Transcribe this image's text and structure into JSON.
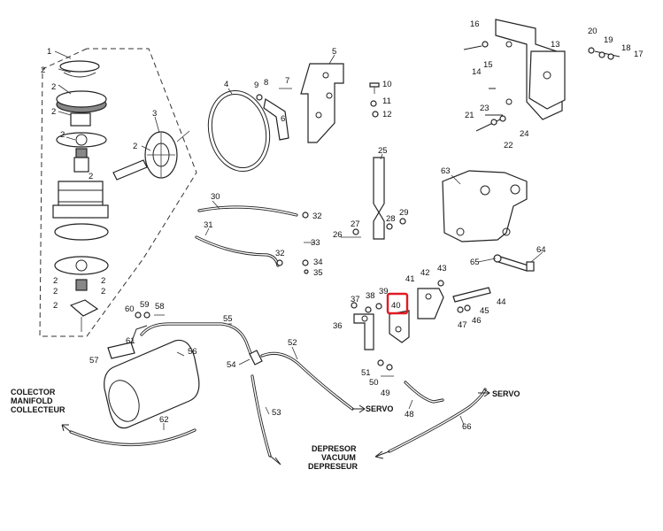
{
  "labels": {
    "n1": "1",
    "n2": "2",
    "n3": "3",
    "n4": "4",
    "n5": "5",
    "n6": "6",
    "n7": "7",
    "n8": "8",
    "n9": "9",
    "n10": "10",
    "n11": "11",
    "n12": "12",
    "n13": "13",
    "n14": "14",
    "n15": "15",
    "n16": "16",
    "n17": "17",
    "n18": "18",
    "n19": "19",
    "n20": "20",
    "n21": "21",
    "n22": "22",
    "n23": "23",
    "n24": "24",
    "n25": "25",
    "n26": "26",
    "n27": "27",
    "n28": "28",
    "n29": "29",
    "n30": "30",
    "n31": "31",
    "n32": "32",
    "n33": "33",
    "n34": "34",
    "n35": "35",
    "n36": "36",
    "n37": "37",
    "n38": "38",
    "n39": "39",
    "n40": "40",
    "n41": "41",
    "n42": "42",
    "n43": "43",
    "n44": "44",
    "n45": "45",
    "n46": "46",
    "n47": "47",
    "n48": "48",
    "n49": "49",
    "n50": "50",
    "n51": "51",
    "n52": "52",
    "n53": "53",
    "n54": "54",
    "n55": "55",
    "n56": "56",
    "n57": "57",
    "n58": "58",
    "n59": "59",
    "n60": "60",
    "n61": "61",
    "n62": "62",
    "n63": "63",
    "n64": "64",
    "n65": "65",
    "n66": "66"
  },
  "captions": {
    "colector_line1": "COLECTOR",
    "colector_line2": "MANIFOLD",
    "colector_line3": "COLLECTEUR",
    "servo_right": "SERVO",
    "servo_center": "SERVO",
    "depresor_line1": "DEPRESOR",
    "depresor_line2": "VACUUM",
    "depresor_line3": "DEPRESEUR"
  },
  "highlight": {
    "label": "40",
    "color": "#e01b24"
  },
  "colors": {
    "ink": "#222222",
    "background": "#ffffff"
  }
}
